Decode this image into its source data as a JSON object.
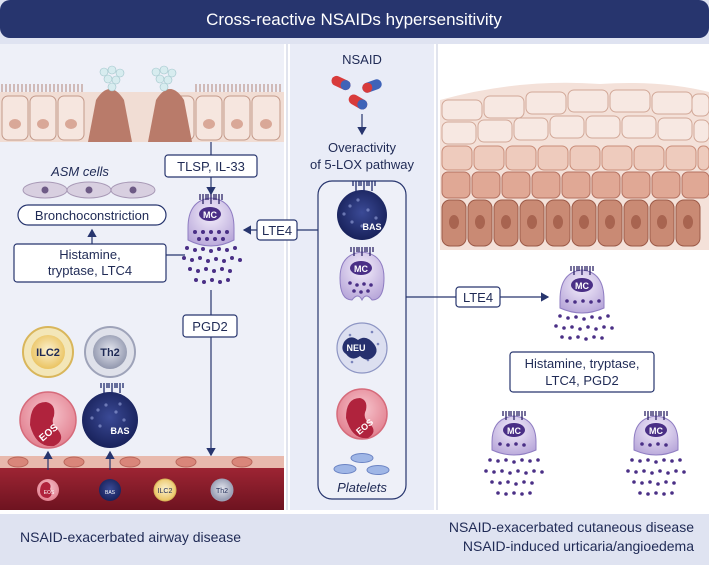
{
  "header": {
    "title": "Cross-reactive NSAIDs hypersensitivity"
  },
  "footer": {
    "left": "NSAID-exacerbated airway disease",
    "right_line1": "NSAID-exacerbated cutaneous disease",
    "right_line2": "NSAID-induced urticaria/angioedema"
  },
  "center": {
    "nsaid": "NSAID",
    "overactivity_line1": "Overactivity",
    "overactivity_line2": "of 5-LOX pathway",
    "cells": [
      "BAS",
      "MC",
      "NEU",
      "EOS"
    ],
    "platelets": "Platelets"
  },
  "left": {
    "asm_cells": "ASM cells",
    "bronchoconstriction": "Bronchoconstriction",
    "tlsp": "TLSP, IL-33",
    "lte4": "LTE4",
    "mediators_line1": "Histamine,",
    "mediators_line2": "tryptase, LTC4",
    "pgd2": "PGD2",
    "mc": "MC",
    "ilc2": "ILC2",
    "th2": "Th2",
    "eos": "EOS",
    "bas": "BAS",
    "bottom_cells": [
      "EOS",
      "BAS",
      "ILC2",
      "Th2"
    ]
  },
  "right": {
    "lte4": "LTE4",
    "mc": "MC",
    "mediators_line1": "Histamine, tryptase,",
    "mediators_line2": "LTC4, PGD2"
  },
  "colors": {
    "header": "#27356e",
    "mc_purple": "#4a2f86",
    "bas_navy": "#1e2a6a",
    "eos_red": "#c02c45",
    "ilc2_yellow": "#f3d98a",
    "th2_grey": "#8a90a8",
    "skin": "#c98a74",
    "vessel": "#8f1d2a",
    "box_border": "#27356e"
  }
}
